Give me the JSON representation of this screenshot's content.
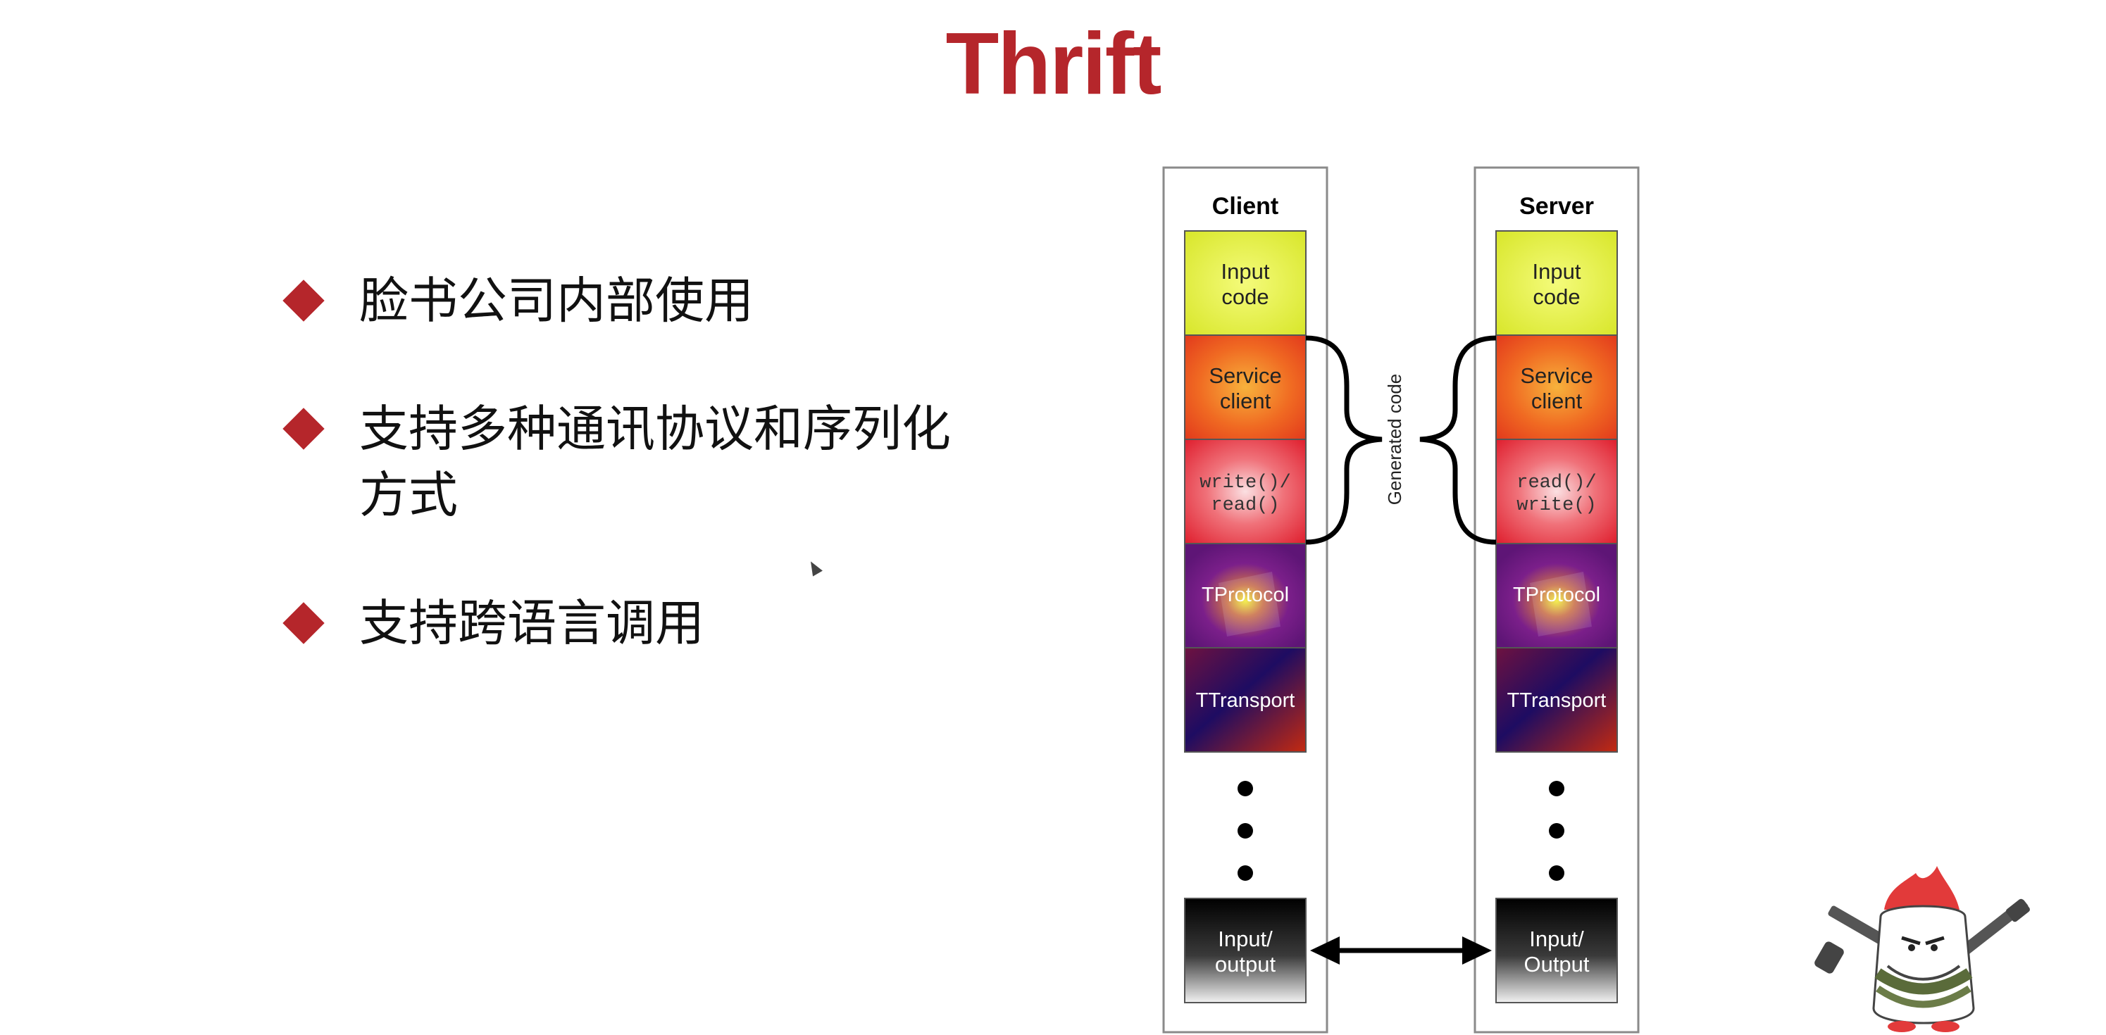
{
  "slide": {
    "title": "Thrift",
    "bullets": [
      "脸书公司内部使用",
      "支持多种通讯协议和序列化方式",
      "支持跨语言调用"
    ]
  },
  "diagram": {
    "client": {
      "header": "Client",
      "layers": [
        {
          "lines": [
            "Input",
            "code"
          ]
        },
        {
          "lines": [
            "Service",
            "client"
          ]
        },
        {
          "lines": [
            "write()/",
            "read()"
          ]
        },
        {
          "lines": [
            "TProtocol"
          ]
        },
        {
          "lines": [
            "TTransport"
          ]
        },
        {
          "lines": [
            "Input/",
            "output"
          ]
        }
      ]
    },
    "server": {
      "header": "Server",
      "layers": [
        {
          "lines": [
            "Input",
            "code"
          ]
        },
        {
          "lines": [
            "Service",
            "client"
          ]
        },
        {
          "lines": [
            "read()/",
            "write()"
          ]
        },
        {
          "lines": [
            "TProtocol"
          ]
        },
        {
          "lines": [
            "TTransport"
          ]
        },
        {
          "lines": [
            "Input/",
            "Output"
          ]
        }
      ]
    },
    "generated_label": "Generated code"
  },
  "colors": {
    "accent": "#b5262b",
    "input_code": "#e6f040",
    "service_client": "#f05a22",
    "write_read": "#e8303a",
    "tprotocol": "#6b1a8c",
    "ttransport": "#1c0a5e",
    "io": "#1a1a1a"
  },
  "icons": {
    "bullet": "diamond-bullet-icon",
    "arrow": "double-arrow-icon",
    "mascot": "mascot-icon"
  }
}
